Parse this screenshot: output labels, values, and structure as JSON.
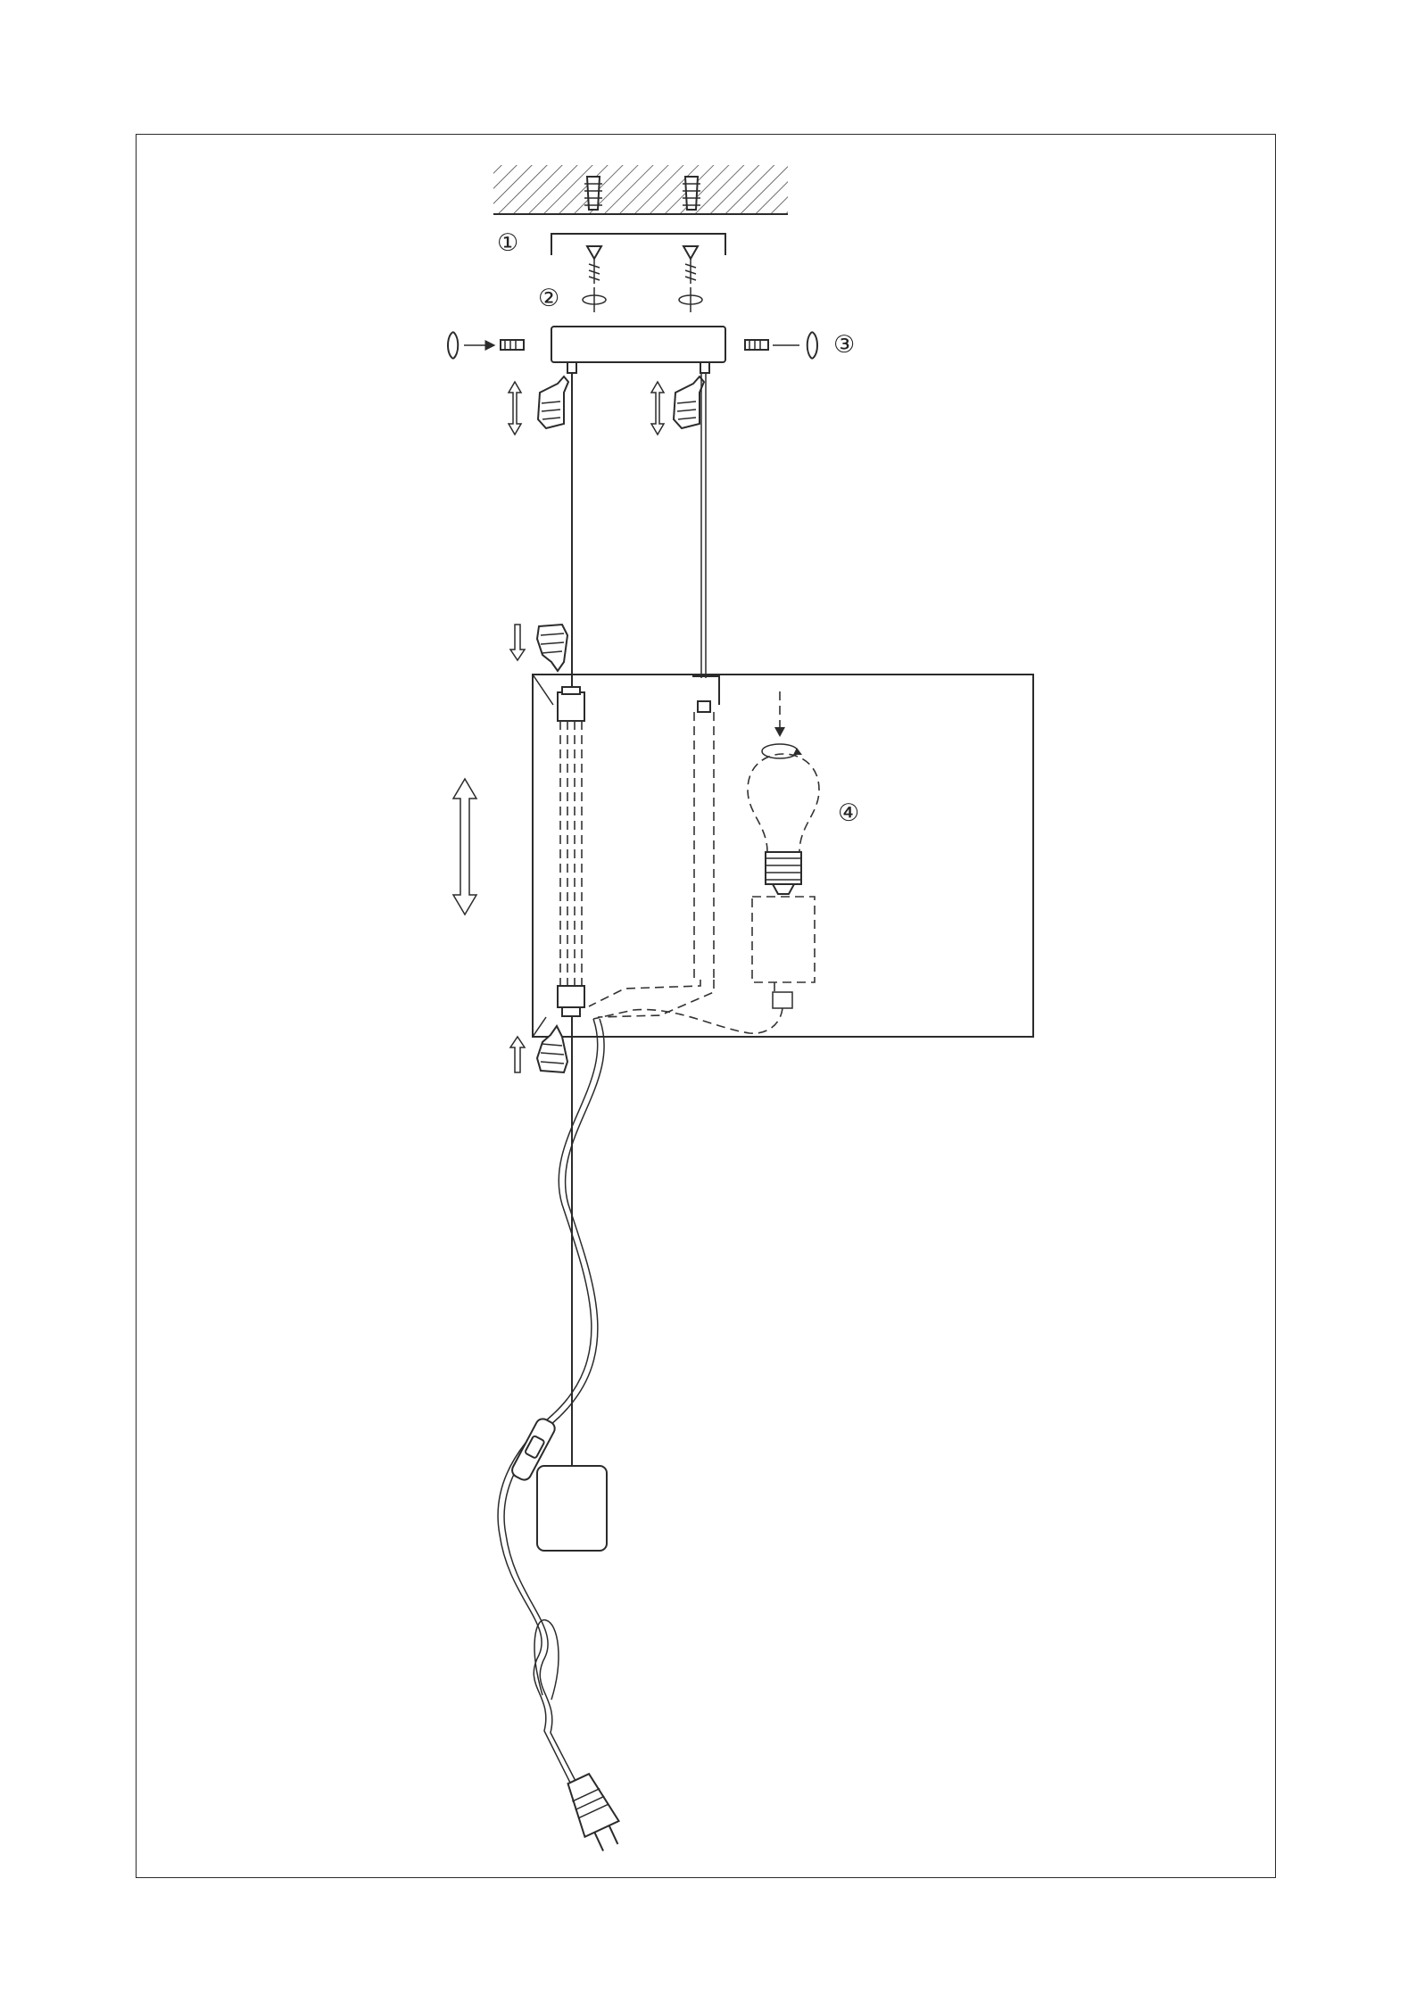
{
  "steps": [
    {
      "label": "①"
    },
    {
      "label": "②"
    },
    {
      "label": "③"
    },
    {
      "label": "④"
    }
  ],
  "icons": {
    "ceiling": "hatched-ceiling",
    "anchor": "wall-plug-icon",
    "screw": "wood-screw-icon",
    "washer": "washer-icon",
    "hand": "pointing-hand-icon",
    "bulb": "light-bulb-icon",
    "plug": "euro-plug-icon",
    "switch": "inline-switch-icon"
  },
  "colors": {
    "line": "#2b2b2b",
    "background": "#ffffff"
  }
}
